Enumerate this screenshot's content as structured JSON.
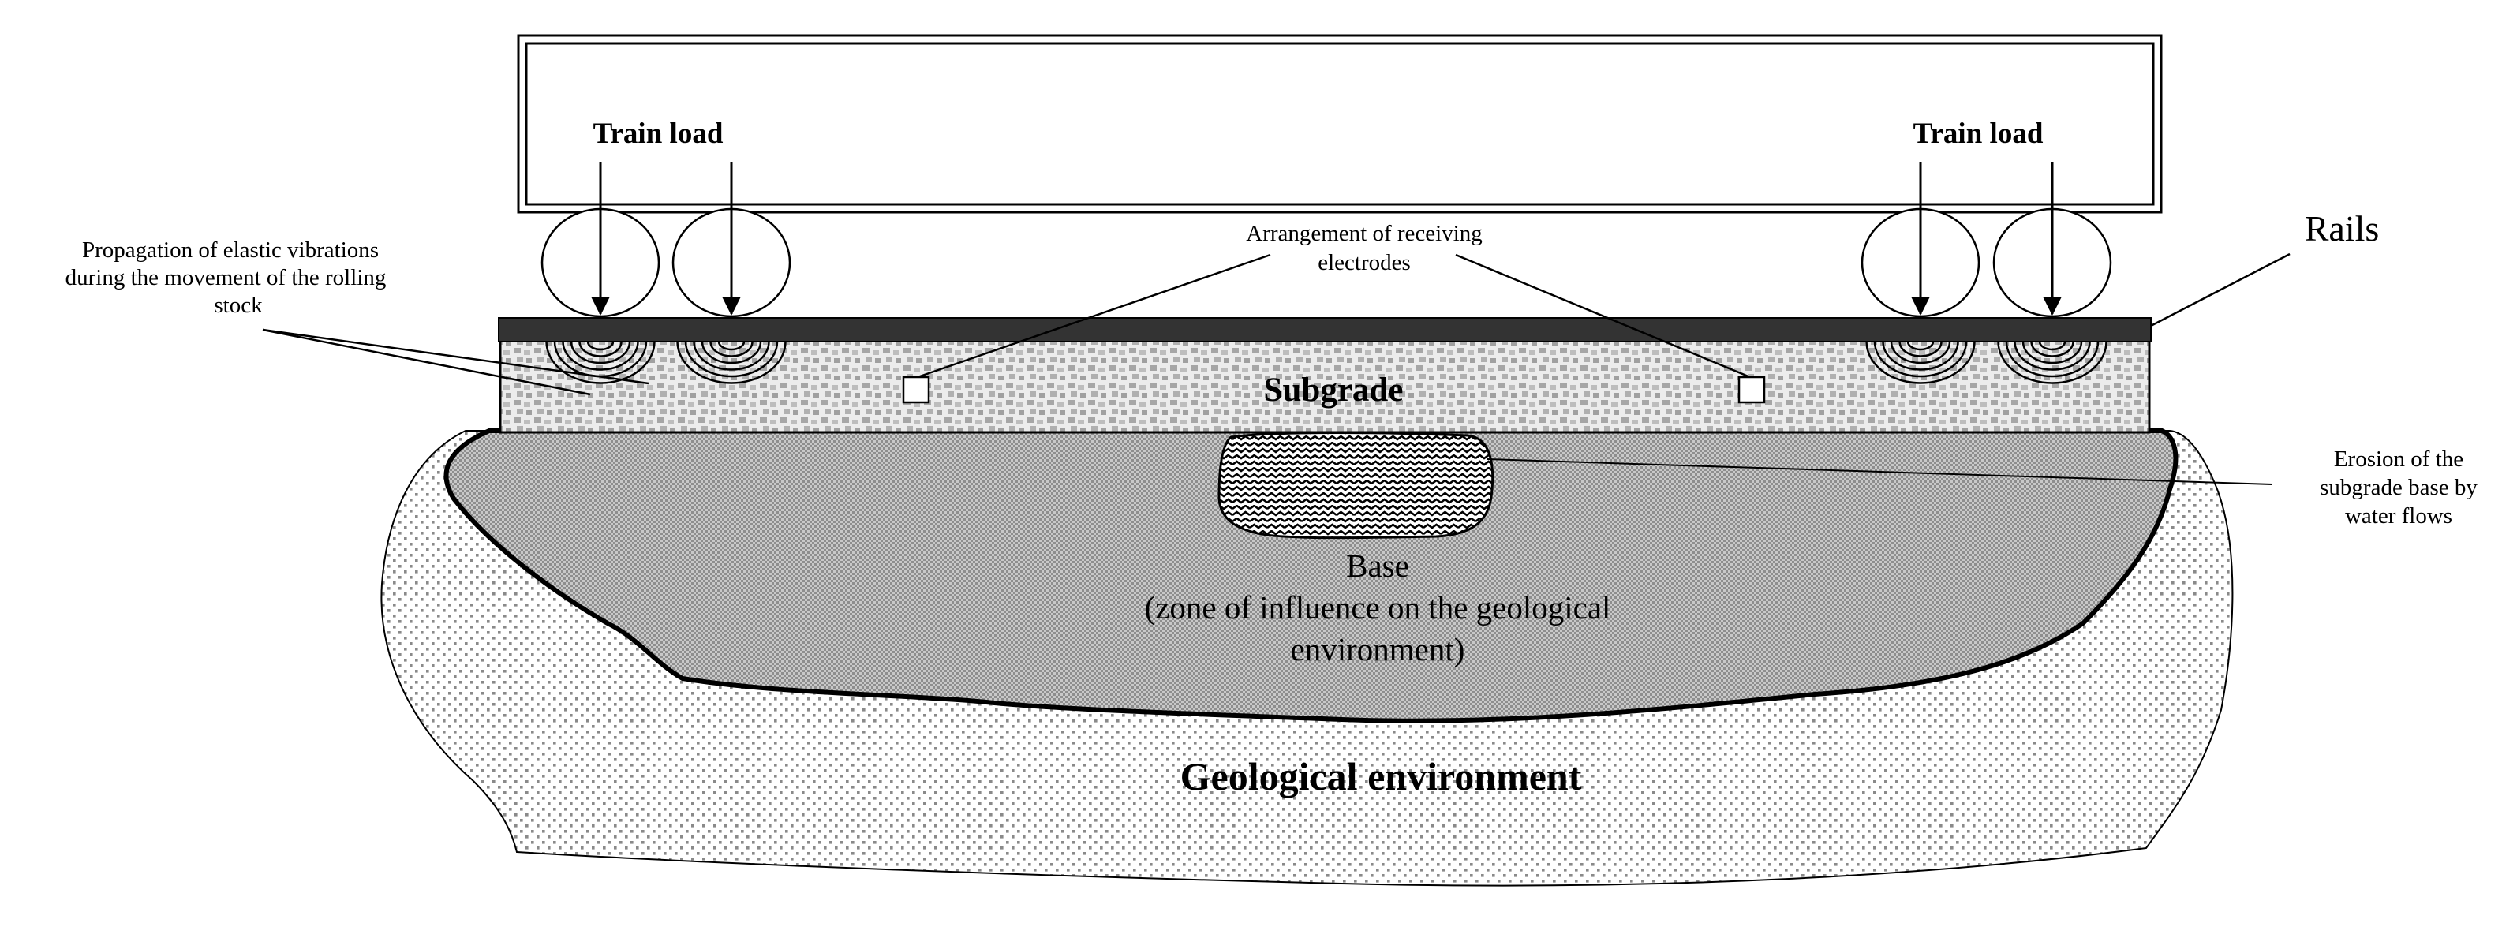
{
  "labels": {
    "train_load_left": "Train load",
    "train_load_right": "Train load",
    "rails": "Rails",
    "vibrations_line1": "Propagation of elastic vibrations",
    "vibrations_line2": "during the movement of the rolling",
    "vibrations_line3": "stock",
    "electrodes_line1": "Arrangement of receiving",
    "electrodes_line2": "electrodes",
    "subgrade": "Subgrade",
    "erosion_line1": "Erosion of the",
    "erosion_line2": "subgrade base by",
    "erosion_line3": "water flows",
    "base_line1": "Base",
    "base_line2": "(zone of influence on the geological",
    "base_line3": "environment)",
    "geological": "Geological environment"
  }
}
